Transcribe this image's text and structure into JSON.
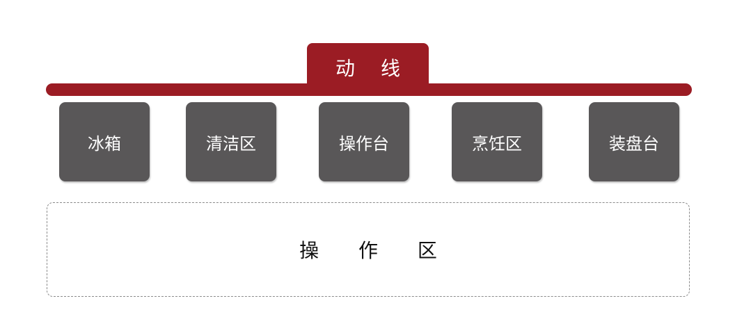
{
  "flow": {
    "label": "动 线",
    "color": "#9b1c24"
  },
  "stations": [
    {
      "label": "冰箱"
    },
    {
      "label": "清洁区"
    },
    {
      "label": "操作台"
    },
    {
      "label": "烹饪区"
    },
    {
      "label": "装盘台"
    }
  ],
  "station_color": "#595758",
  "work_zone": {
    "label": "操 作 区"
  }
}
